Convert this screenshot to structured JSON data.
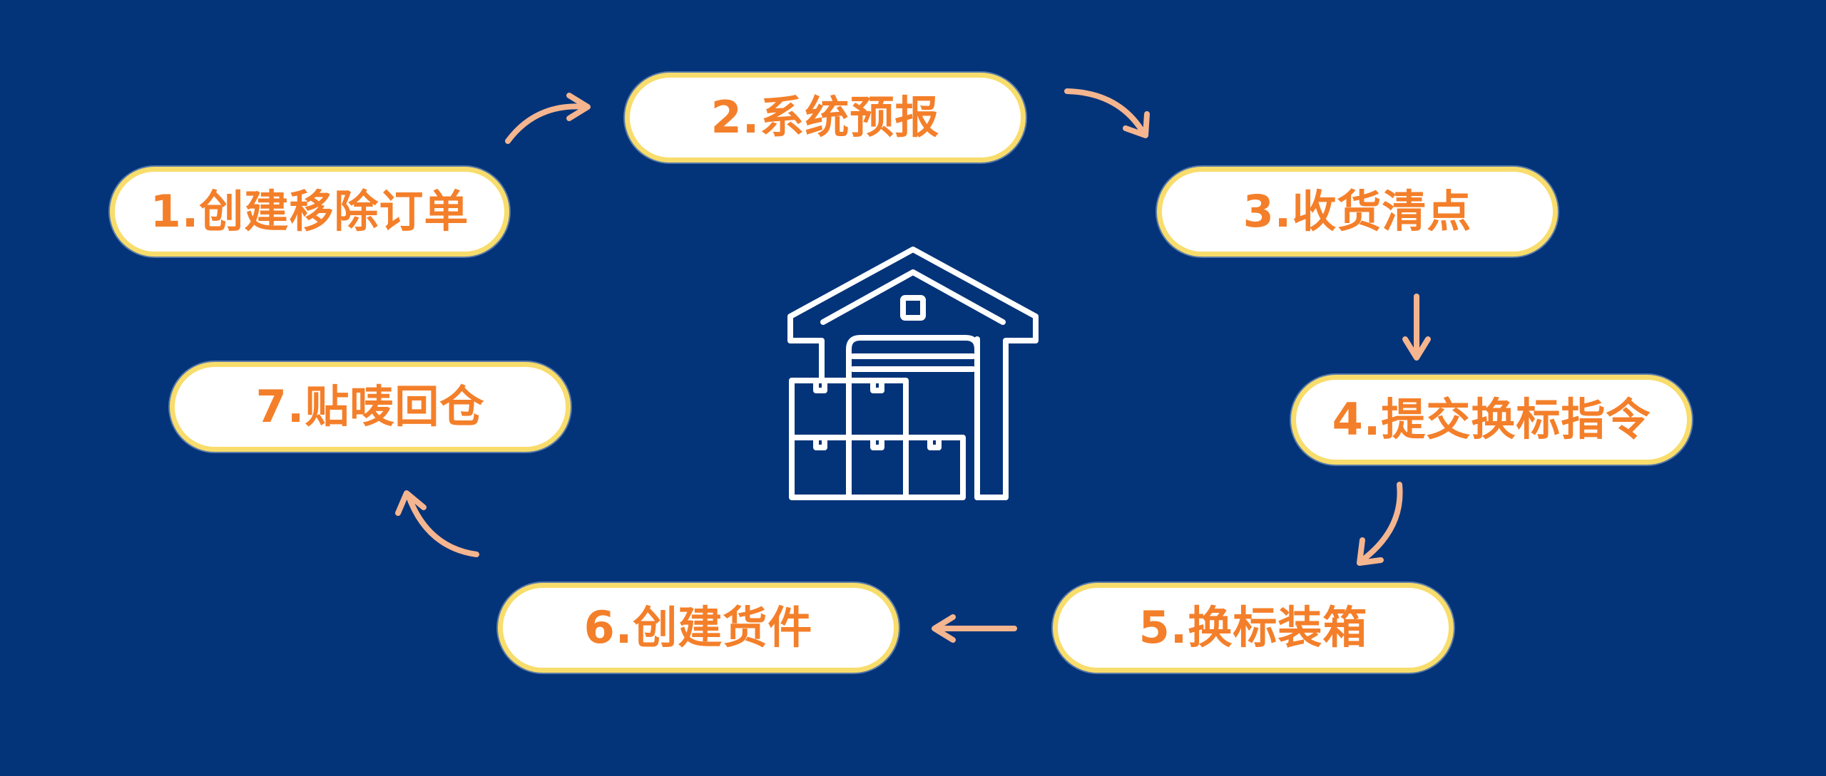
{
  "colors": {
    "background": "#03347a",
    "box_fill": "#ffffff",
    "box_border": "#f8dd6c",
    "label_text": "#f47f2a",
    "arrow": "#f5b58f",
    "icon_stroke": "#ffffff"
  },
  "center_icon": "warehouse-icon",
  "steps": [
    {
      "label": "1.创建移除订单"
    },
    {
      "label": "2.系统预报"
    },
    {
      "label": "3.收货清点"
    },
    {
      "label": "4.提交换标指令"
    },
    {
      "label": "5.换标装箱"
    },
    {
      "label": "6.创建货件"
    },
    {
      "label": "7.贴唛回仓"
    }
  ]
}
